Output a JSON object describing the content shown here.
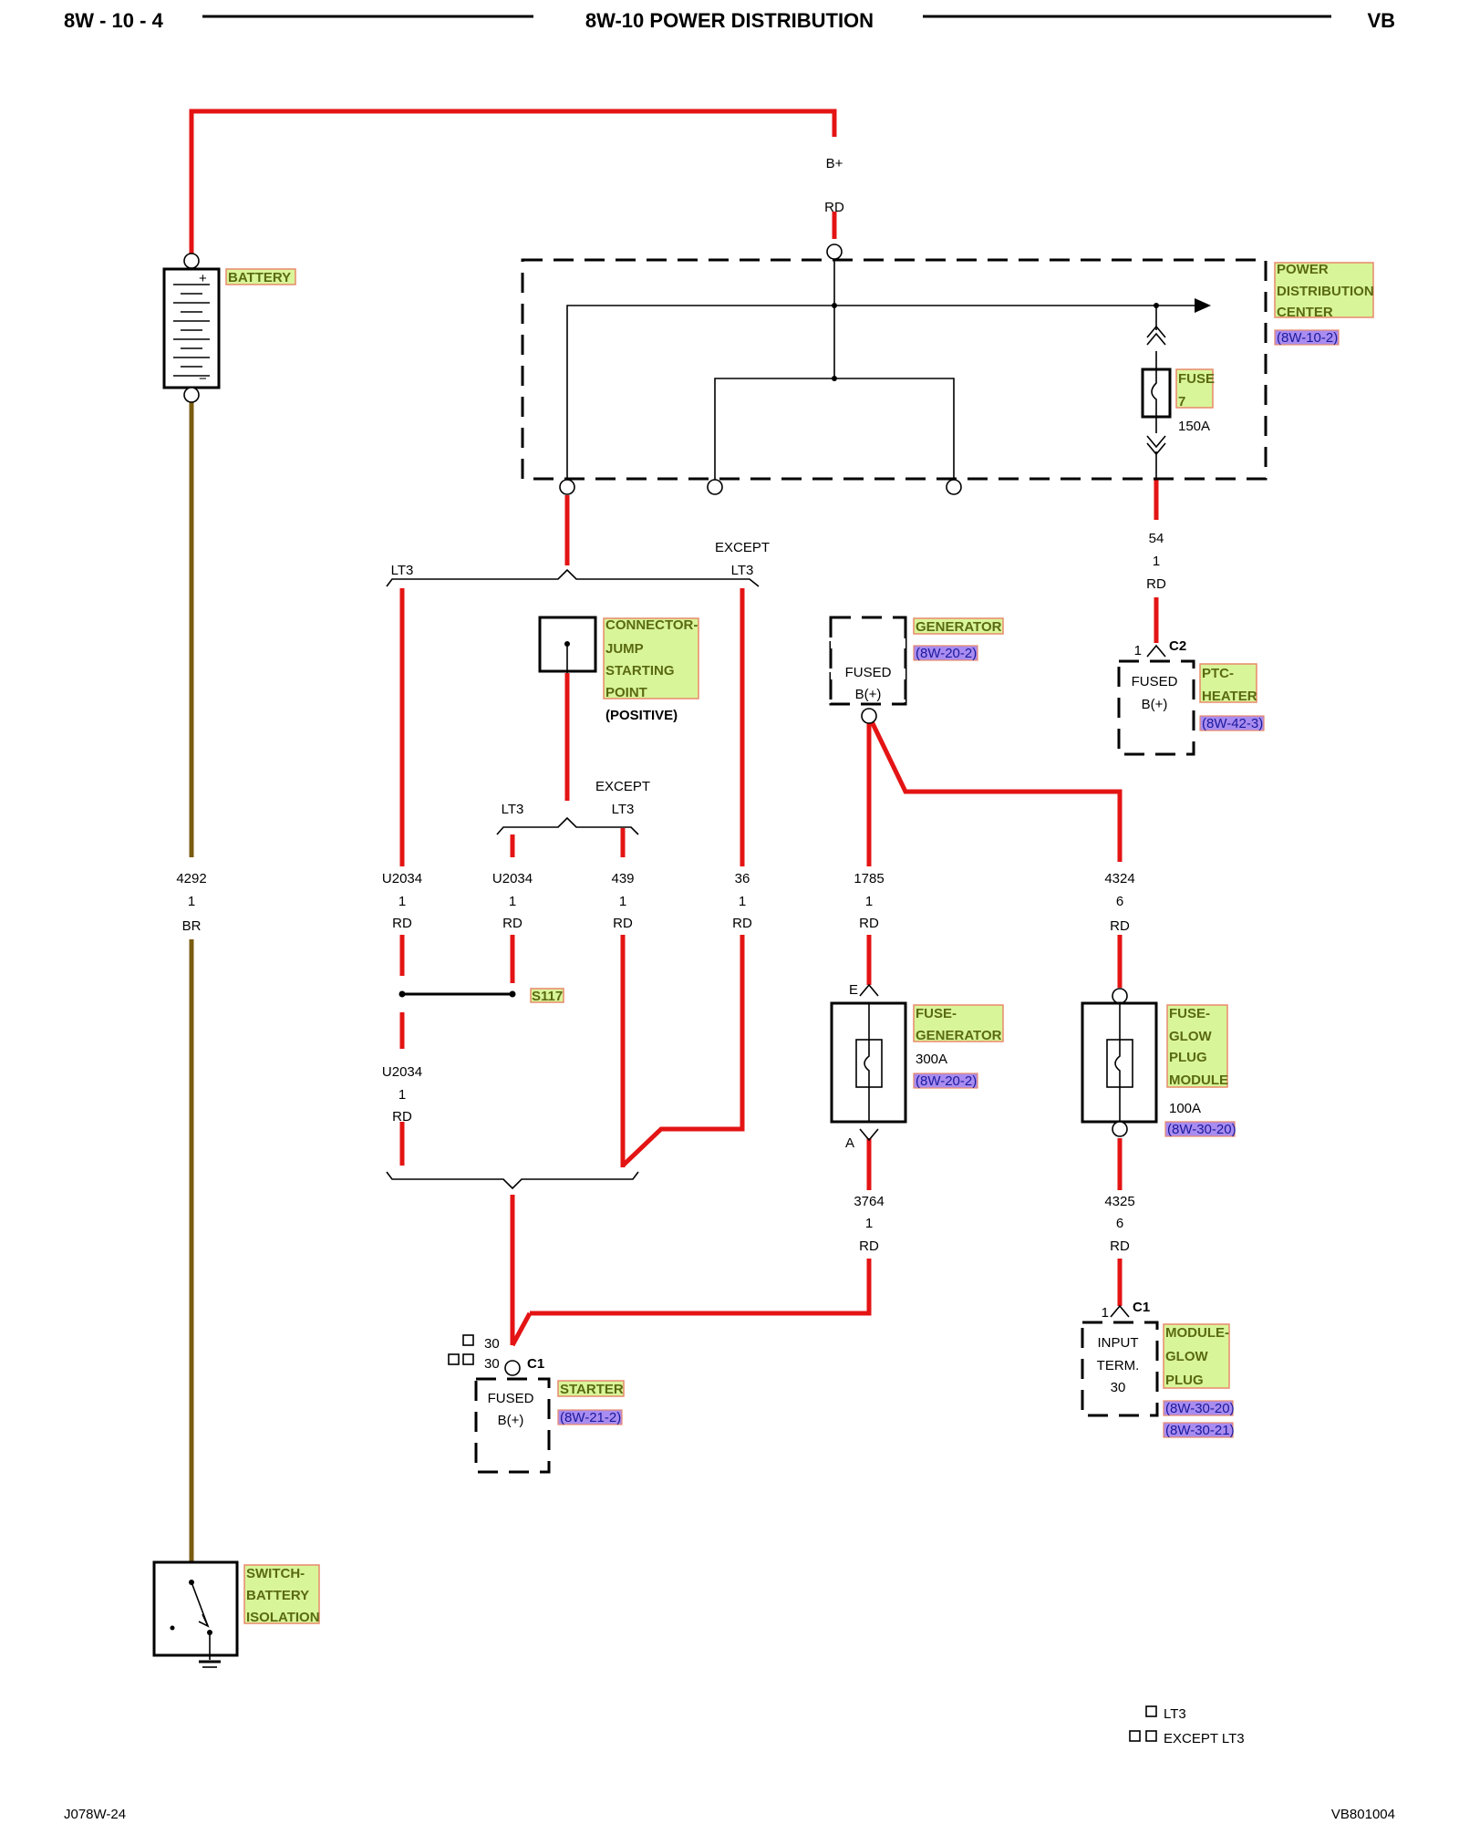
{
  "header": {
    "left": "8W - 10 - 4",
    "title": "8W-10 POWER DISTRIBUTION",
    "right": "VB"
  },
  "footer": {
    "left": "J078W-24",
    "right": "VB801004"
  },
  "top_wire": {
    "pin": "B+",
    "color": "RD"
  },
  "battery": {
    "label": "BATTERY",
    "plus": "+",
    "minus": "−"
  },
  "pdc": {
    "label": [
      "POWER",
      "DISTRIBUTION",
      "CENTER"
    ],
    "ref": "(8W-10-2)",
    "fuse_label": [
      "FUSE",
      "7"
    ],
    "fuse_rating": "150A"
  },
  "wires": {
    "w4292": [
      "4292",
      "1",
      "BR"
    ],
    "wu2034_a": [
      "U2034",
      "1",
      "RD"
    ],
    "wu2034_b": [
      "U2034",
      "1",
      "RD"
    ],
    "w439": [
      "439",
      "1",
      "RD"
    ],
    "w36": [
      "36",
      "1",
      "RD"
    ],
    "w1785": [
      "1785",
      "1",
      "RD"
    ],
    "w4324": [
      "4324",
      "6",
      "RD"
    ],
    "w54": [
      "54",
      "1",
      "RD"
    ],
    "wu2034_c": [
      "U2034",
      "1",
      "RD"
    ],
    "w3764": [
      "3764",
      "1",
      "RD"
    ],
    "w4325": [
      "4325",
      "6",
      "RD"
    ]
  },
  "variants": {
    "lt3": "LT3",
    "except": "EXCEPT"
  },
  "jump": {
    "label": [
      "CONNECTOR-",
      "JUMP",
      "STARTING",
      "POINT"
    ],
    "note": "(POSITIVE)"
  },
  "generator": {
    "label": "GENERATOR",
    "ref": "(8W-20-2)",
    "fused": "FUSED",
    "bplus": "B(+)"
  },
  "ptc": {
    "label": [
      "PTC-",
      "HEATER"
    ],
    "ref": "(8W-42-3)",
    "pin": "1",
    "conn": "C2",
    "fused": "FUSED",
    "bplus": "B(+)"
  },
  "splice": {
    "label": "S117"
  },
  "fuse_gen": {
    "label": [
      "FUSE-",
      "GENERATOR"
    ],
    "rating": "300A",
    "ref": "(8W-20-2)",
    "top": "E",
    "bottom": "A"
  },
  "fuse_glow": {
    "label": [
      "FUSE-",
      "GLOW",
      "PLUG",
      "MODULE"
    ],
    "rating": "100A",
    "ref": "(8W-30-20)"
  },
  "glow_module": {
    "label": [
      "MODULE-",
      "GLOW",
      "PLUG"
    ],
    "refs": [
      "(8W-30-20)",
      "(8W-30-21)"
    ],
    "pin": "1",
    "conn": "C1",
    "text": [
      "INPUT",
      "TERM.",
      "30"
    ]
  },
  "starter": {
    "label": "STARTER",
    "ref": "(8W-21-2)",
    "pin_a": "30",
    "pin_b": "30",
    "conn": "C1",
    "fused": "FUSED",
    "bplus": "B(+)"
  },
  "switch": {
    "label": [
      "SWITCH-",
      "BATTERY",
      "ISOLATION"
    ]
  },
  "legend": {
    "lt3": "LT3",
    "except": "EXCEPT LT3"
  },
  "colors": {
    "wire_red": "#e41414",
    "wire_brown": "#7a5c10",
    "highlight": "#d9f59a",
    "ref_highlight": "#a98cf0"
  }
}
